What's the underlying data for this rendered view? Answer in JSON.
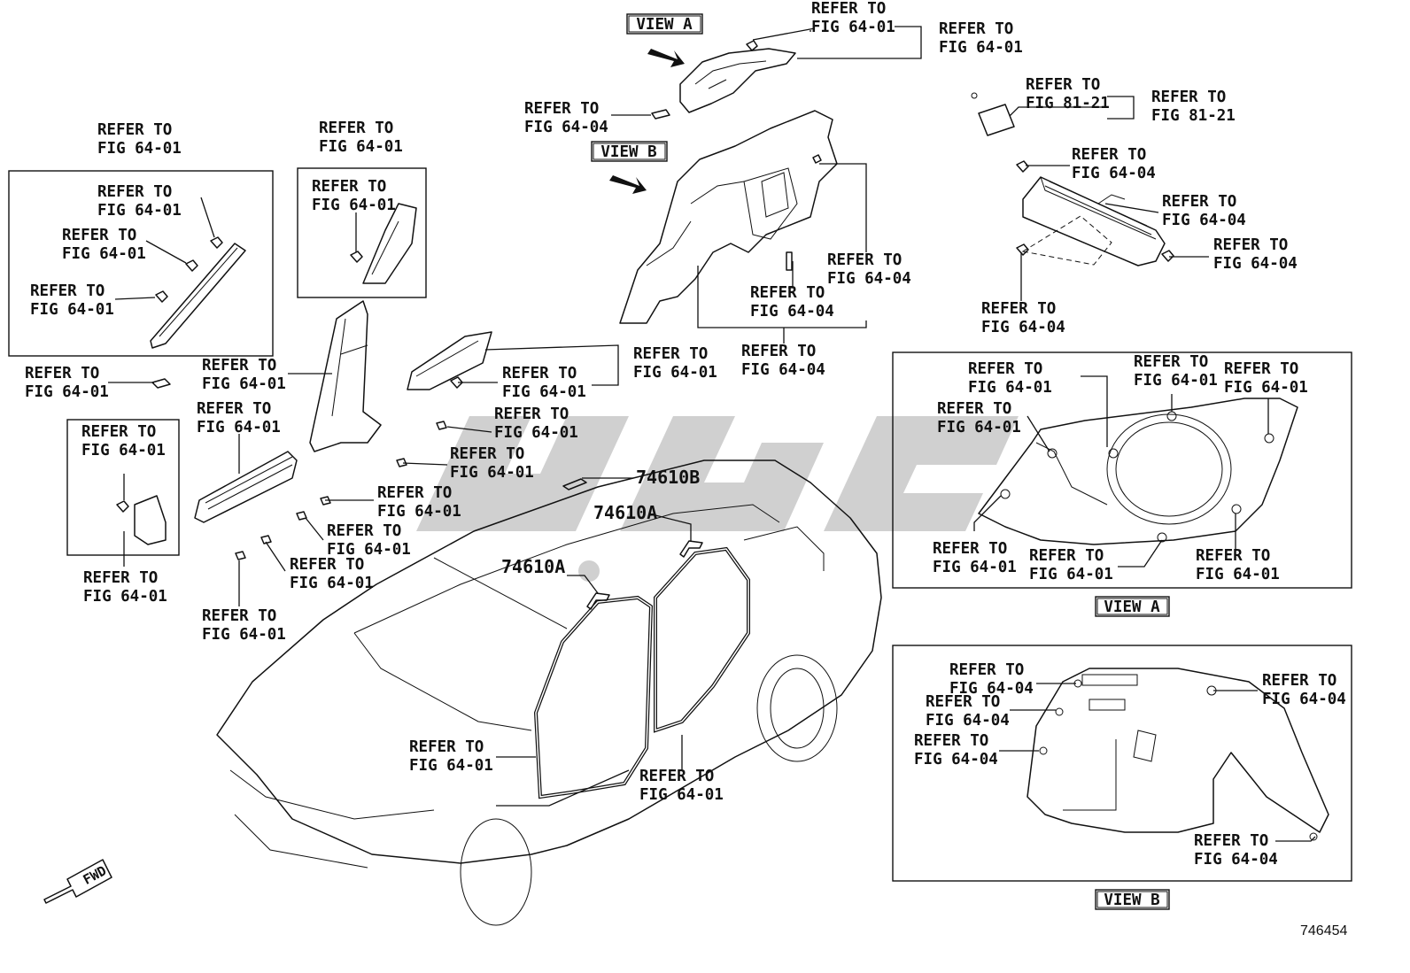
{
  "colors": {
    "line": "#111111",
    "background": "#ffffff",
    "watermark": "#c8c8c8"
  },
  "refer_01": [
    "REFER TO",
    "FIG 64-01"
  ],
  "refer_04": [
    "REFER TO",
    "FIG 64-04"
  ],
  "refer_81": [
    "REFER TO",
    "FIG 81-21"
  ],
  "views": {
    "a": "VIEW A",
    "b": "VIEW B"
  },
  "parts": {
    "weatherstrip_front": "74610A",
    "weatherstrip_rear": "74610A",
    "weatherstrip_b": "74610B"
  },
  "direction": "FWD",
  "diagram_number": "746454",
  "icons": [
    "arrow-icon",
    "fwd-arrow-icon",
    "clip-icon",
    "watermark-logo"
  ]
}
